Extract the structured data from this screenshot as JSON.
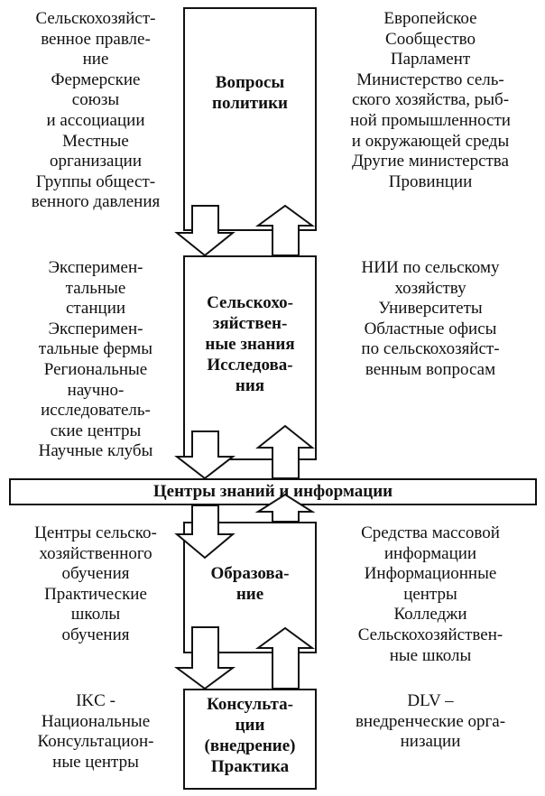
{
  "levels": [
    {
      "box_title": [
        "Вопросы",
        "политики"
      ],
      "left": [
        "Сельскохозяйст-",
        "венное правле-",
        "ние",
        "Фермерские",
        "союзы",
        "и ассоциации",
        "Местные",
        "организации",
        "Группы общест-",
        "венного давления"
      ],
      "right": [
        "Европейское",
        "Сообщество",
        "Парламент",
        "Министерство сель-",
        "ского хозяйства, рыб-",
        "ной промышленности",
        "и окружающей среды",
        "Другие министерства",
        "Провинции"
      ]
    },
    {
      "box_title": [
        "Сельскохо-",
        "зяйствен-",
        "ные знания",
        "Исследова-",
        "ния"
      ],
      "left": [
        "Эксперимен-",
        "тальные",
        "станции",
        "Эксперимен-",
        "тальные фермы",
        "Региональные",
        "научно-",
        "исследователь-",
        "ские центры",
        "Научные клубы"
      ],
      "right": [
        "НИИ по сельскому",
        "хозяйству",
        "Университеты",
        "Областные офисы",
        "по сельскохозяйст-",
        "венным вопросам"
      ]
    },
    {
      "box_title": [
        "Образова-",
        "ние"
      ],
      "left": [
        "Центры сельско-",
        "хозяйственного",
        "обучения",
        "Практические",
        "школы",
        "обучения"
      ],
      "right": [
        "Средства массовой",
        "информации",
        "Информационные",
        "центры",
        "Колледжи",
        "Сельскохозяйствен-",
        "ные школы"
      ]
    },
    {
      "box_title": [
        "Консульта-",
        "ции",
        "(внедрение)",
        "Практика"
      ],
      "left": [
        "IKC -",
        "Национальные",
        "Консультацион-",
        "ные центры"
      ],
      "right": [
        "DLV –",
        "внедренческие орга-",
        "низации"
      ]
    }
  ],
  "banner": "Центры знаний и информации"
}
